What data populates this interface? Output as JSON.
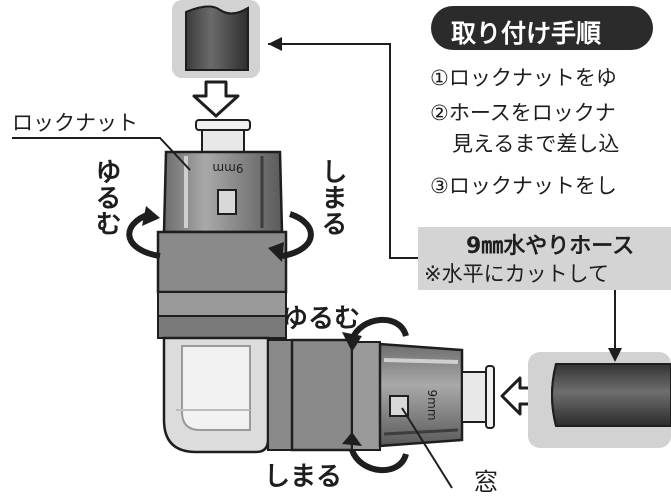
{
  "procedure": {
    "title": "取り付け手順",
    "step1": "①ロックナットをゆ",
    "step2_line1": "②ホースをロックナ",
    "step2_line2": "見えるまで差し込",
    "step3": "③ロックナットをし"
  },
  "hose_note": {
    "line1": "9㎜水やりホース",
    "line2": "※水平にカットして"
  },
  "labels": {
    "lock_nut": "ロックナット",
    "loosen": "ゆるむ",
    "tighten": "しまる",
    "window": "窓",
    "size_mark": "9mm"
  },
  "colors": {
    "ink": "#1e1e1e",
    "band": "#d4d4d4",
    "body_gray": "#8a8a8a"
  }
}
